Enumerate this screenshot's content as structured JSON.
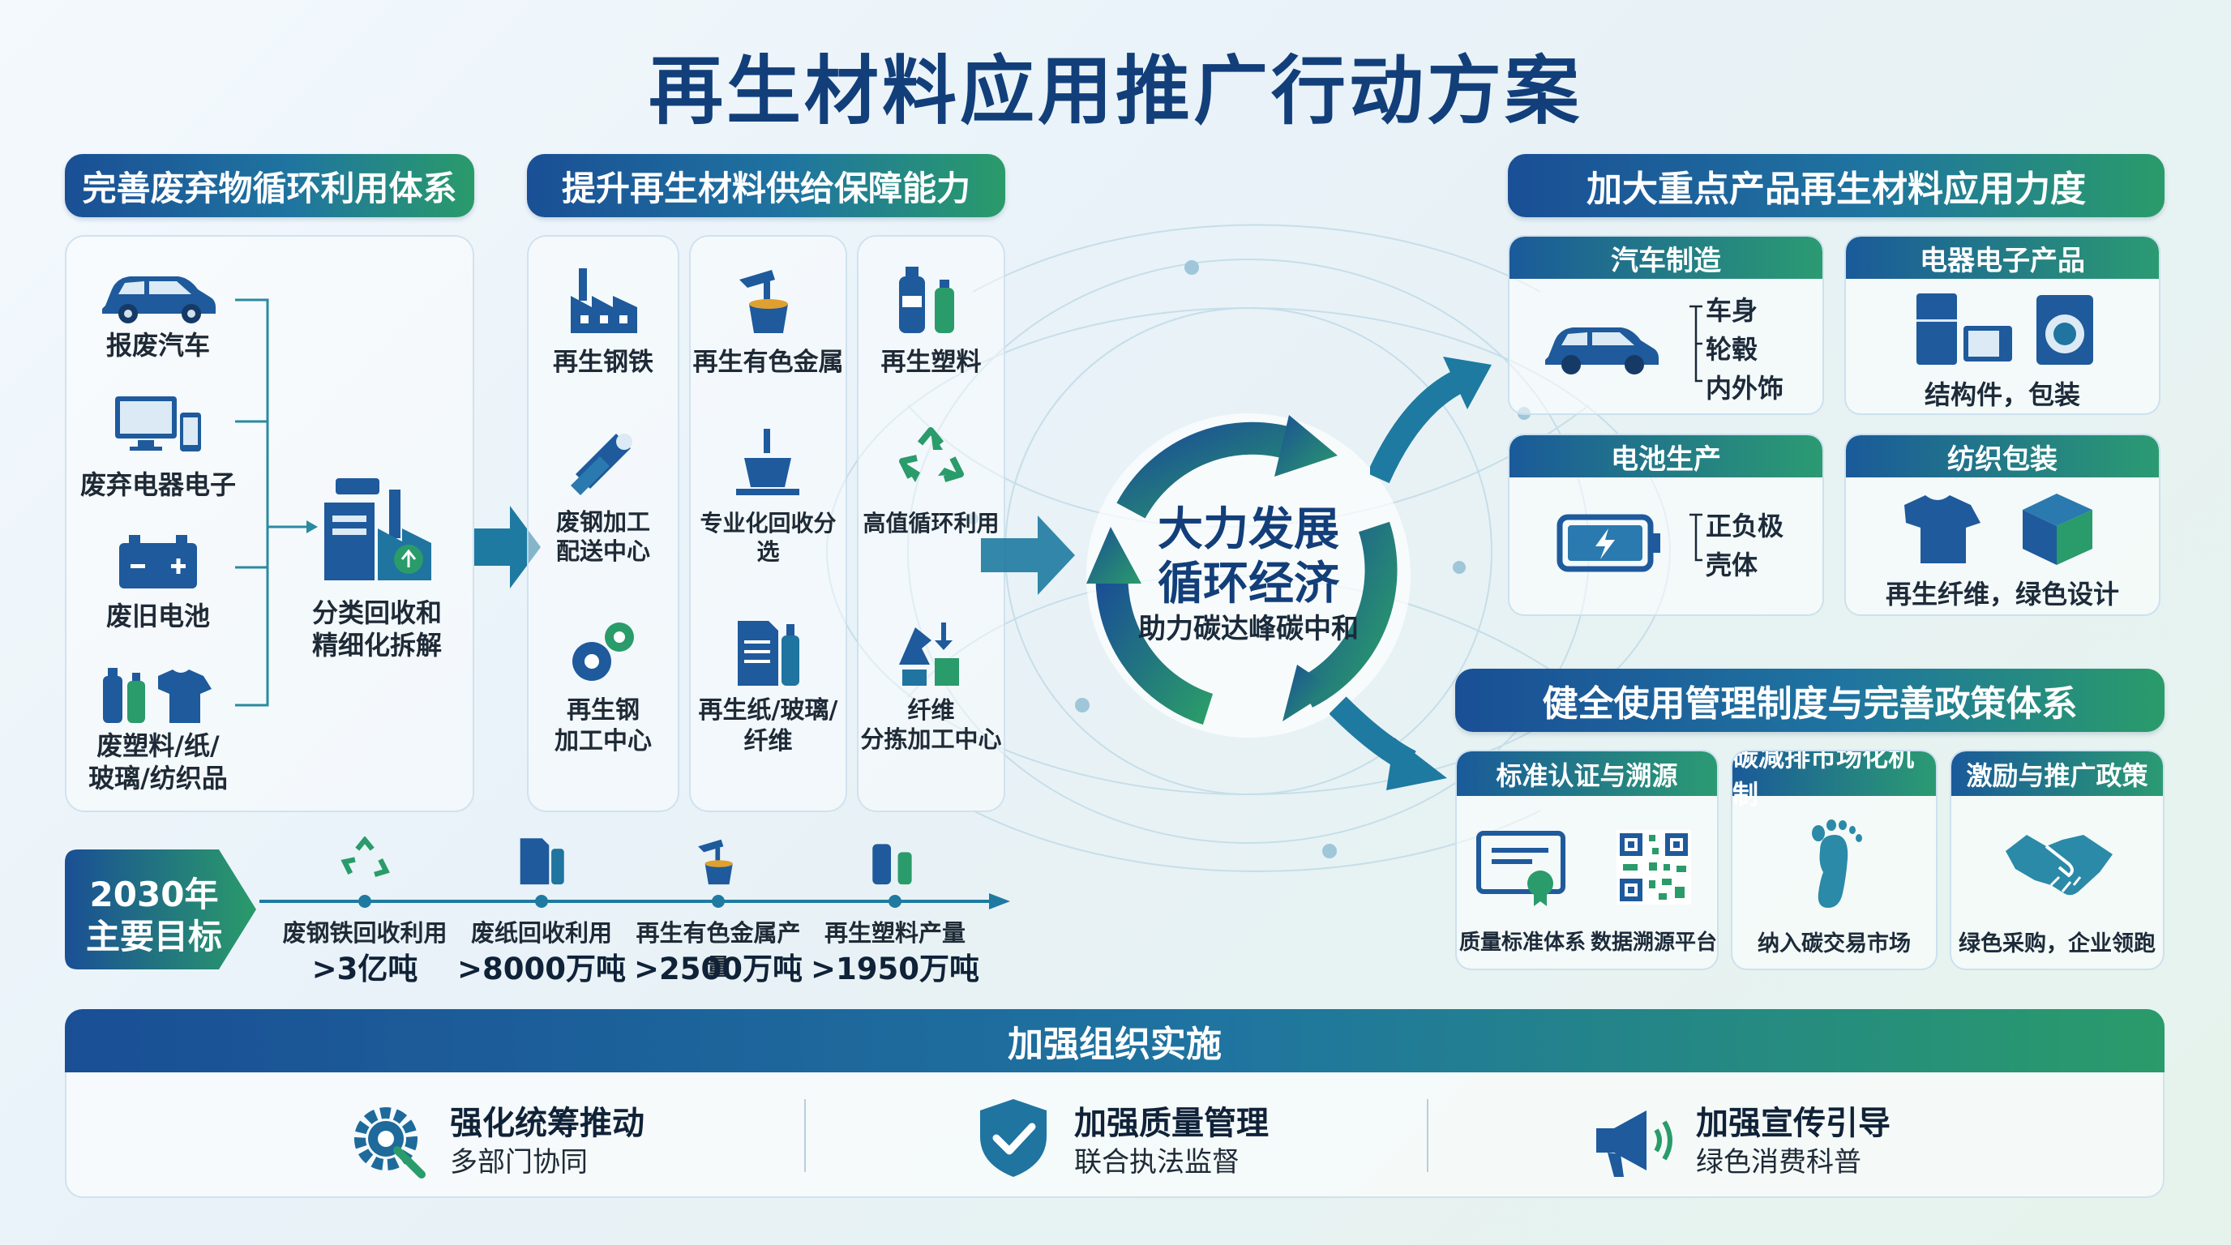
{
  "title": "再生材料应用推广行动方案",
  "colors": {
    "navy": "#1a4f95",
    "teal": "#1f74a0",
    "green": "#2a9b6a"
  },
  "section1": {
    "header": "完善废弃物循环利用体系",
    "sources": [
      {
        "icon": "car-icon",
        "label": "报废汽车"
      },
      {
        "icon": "computer-icon",
        "label": "废弃电器电子"
      },
      {
        "icon": "battery-icon",
        "label": "废旧电池"
      },
      {
        "icon": "bottles-shirt-icon",
        "label": "废塑料/纸/\n玻璃/纺织品"
      }
    ],
    "hub": {
      "icon": "factory-recycle-icon",
      "label": "分类回收和\n精细化拆解"
    }
  },
  "section2": {
    "header": "提升再生材料供给保障能力",
    "columns": [
      {
        "items": [
          {
            "icon": "steel-factory-icon",
            "label": "再生钢铁"
          },
          {
            "icon": "steel-bars-icon",
            "label": "废钢加工\n配送中心"
          },
          {
            "icon": "gears-icon",
            "label": "再生钢\n加工中心"
          }
        ]
      },
      {
        "items": [
          {
            "icon": "smelter-icon",
            "label": "再生有色金属"
          },
          {
            "icon": "sorting-icon",
            "label": "专业化回收分选"
          },
          {
            "icon": "paper-bottle-icon",
            "label": "再生纸/玻璃/\n纤维"
          }
        ]
      },
      {
        "items": [
          {
            "icon": "plastic-bottles-icon",
            "label": "再生塑料"
          },
          {
            "icon": "recycle-icon",
            "label": "高值循环利用"
          },
          {
            "icon": "fiber-sorting-icon",
            "label": "纤维\n分拣加工中心"
          }
        ]
      }
    ]
  },
  "center": {
    "line1": "大力发展",
    "line2": "循环经济",
    "line3": "助力碳达峰碳中和"
  },
  "section3": {
    "header": "加大重点产品再生材料应用力度",
    "cards": [
      {
        "header": "汽车制造",
        "icon": "car-icon",
        "items": [
          "车身",
          "轮毂",
          "内外饰"
        ]
      },
      {
        "header": "电器电子产品",
        "icon": "appliances-icon",
        "caption": "结构件，包装"
      },
      {
        "header": "电池生产",
        "icon": "battery-charge-icon",
        "items": [
          "正负极",
          "壳体"
        ]
      },
      {
        "header": "纺织包装",
        "icon": "shirt-box-icon",
        "caption": "再生纤维，绿色设计"
      }
    ]
  },
  "section4": {
    "header": "健全使用管理制度与完善政策体系",
    "cards": [
      {
        "header": "标准认证与溯源",
        "captions": [
          "质量标准体系",
          "数据溯源平台"
        ]
      },
      {
        "header": "碳减排市场化机制",
        "captions": [
          "纳入碳交易市场"
        ]
      },
      {
        "header": "激励与推广政策",
        "captions": [
          "绿色采购，企业领跑"
        ]
      }
    ]
  },
  "goals": {
    "label_line1": "2030年",
    "label_line2": "主要目标",
    "items": [
      {
        "icon": "recycle-icon",
        "label": "废钢铁回收利用",
        "value": ">3亿吨"
      },
      {
        "icon": "paper-bottle-icon",
        "label": "废纸回收利用",
        "value": ">8000万吨"
      },
      {
        "icon": "smelter-icon",
        "label": "再生有色金属产量",
        "value": ">2500万吨"
      },
      {
        "icon": "plastic-bottles-icon",
        "label": "再生塑料产量",
        "value": ">1950万吨"
      }
    ]
  },
  "implementation": {
    "header": "加强组织实施",
    "items": [
      {
        "icon": "gear-wrench-icon",
        "title": "强化统筹推动",
        "sub": "多部门协同"
      },
      {
        "icon": "shield-check-icon",
        "title": "加强质量管理",
        "sub": "联合执法监督"
      },
      {
        "icon": "megaphone-icon",
        "title": "加强宣传引导",
        "sub": "绿色消费科普"
      }
    ]
  }
}
